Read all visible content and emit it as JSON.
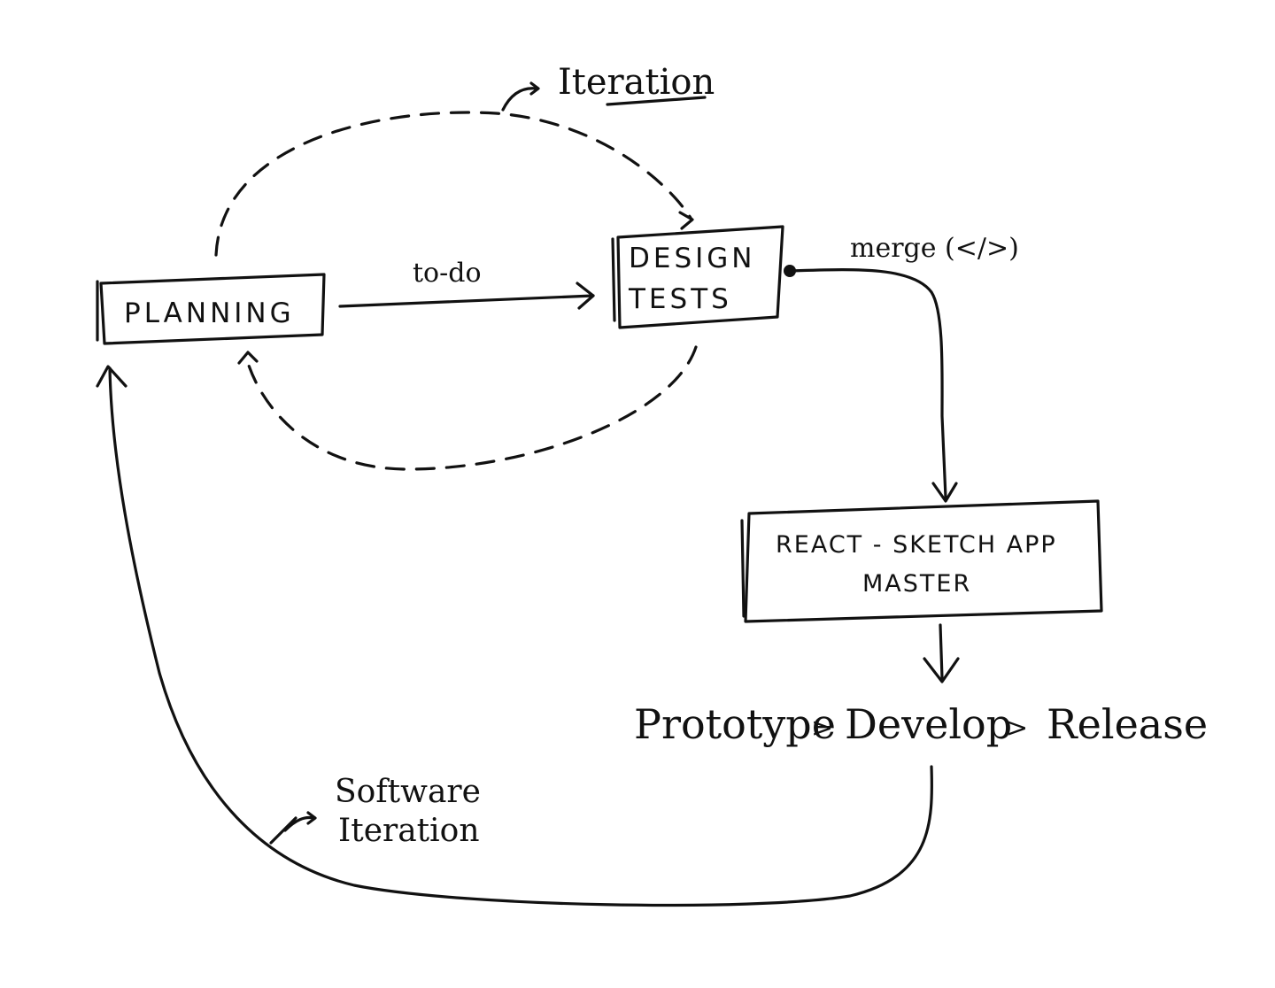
{
  "nodes": {
    "planning": {
      "label": "PLANNING"
    },
    "design_tests": {
      "line1": "DESIGN",
      "line2": "TESTS"
    },
    "react_sketchapp": {
      "line1": "REACT - SKETCH APP",
      "line2": "MASTER"
    }
  },
  "edges": {
    "todo": "to-do",
    "merge": "merge (</>)",
    "iteration": "Iteration",
    "software_iteration_line1": "Software",
    "software_iteration_line2": "Iteration"
  },
  "pipeline": {
    "prototype": "Prototype",
    "develop": "Develop",
    "release": "Release",
    "separator": ">"
  },
  "colors": {
    "ink": "#111111",
    "paper": "#ffffff"
  }
}
